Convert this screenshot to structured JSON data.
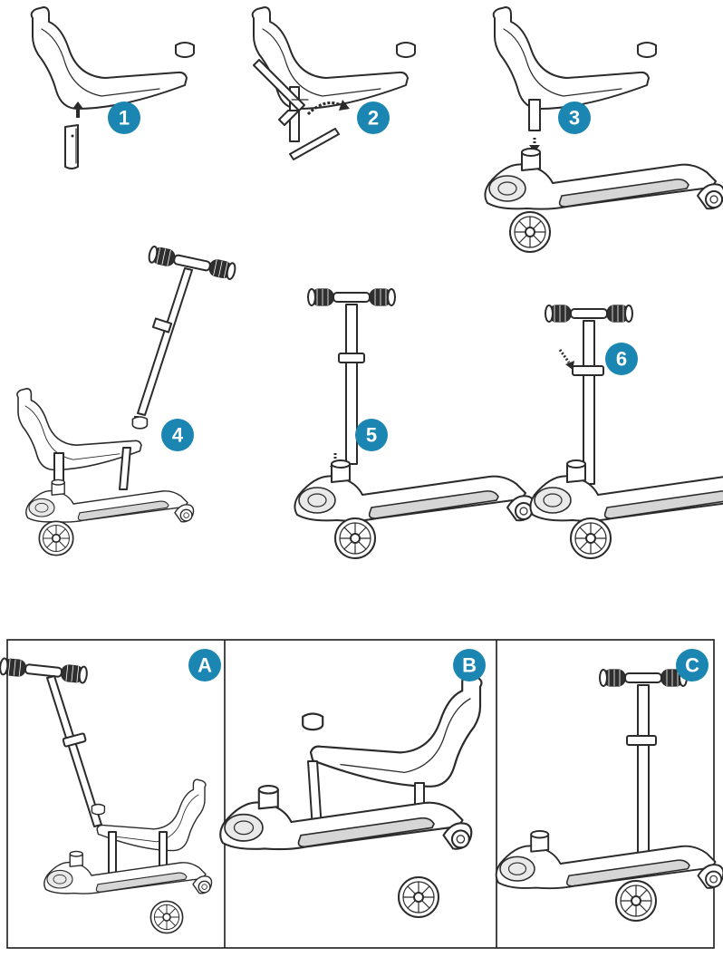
{
  "colors": {
    "badge": "#1b86b1",
    "line": "#2b2b2b",
    "badge_text": "#ffffff"
  },
  "steps": [
    {
      "label": "1",
      "icon": "seat-insert-tube-icon"
    },
    {
      "label": "2",
      "icon": "hex-key-tighten-icon"
    },
    {
      "label": "3",
      "icon": "seat-onto-base-icon"
    },
    {
      "label": "4",
      "icon": "attach-handlebar-icon"
    },
    {
      "label": "5",
      "icon": "insert-handlebar-stem-icon"
    },
    {
      "label": "6",
      "icon": "lock-height-clamp-icon"
    }
  ],
  "modes": [
    {
      "label": "A",
      "icon": "scooter-with-seat-and-handlebar-icon"
    },
    {
      "label": "B",
      "icon": "ride-on-seat-mode-icon"
    },
    {
      "label": "C",
      "icon": "kick-scooter-mode-icon"
    }
  ]
}
